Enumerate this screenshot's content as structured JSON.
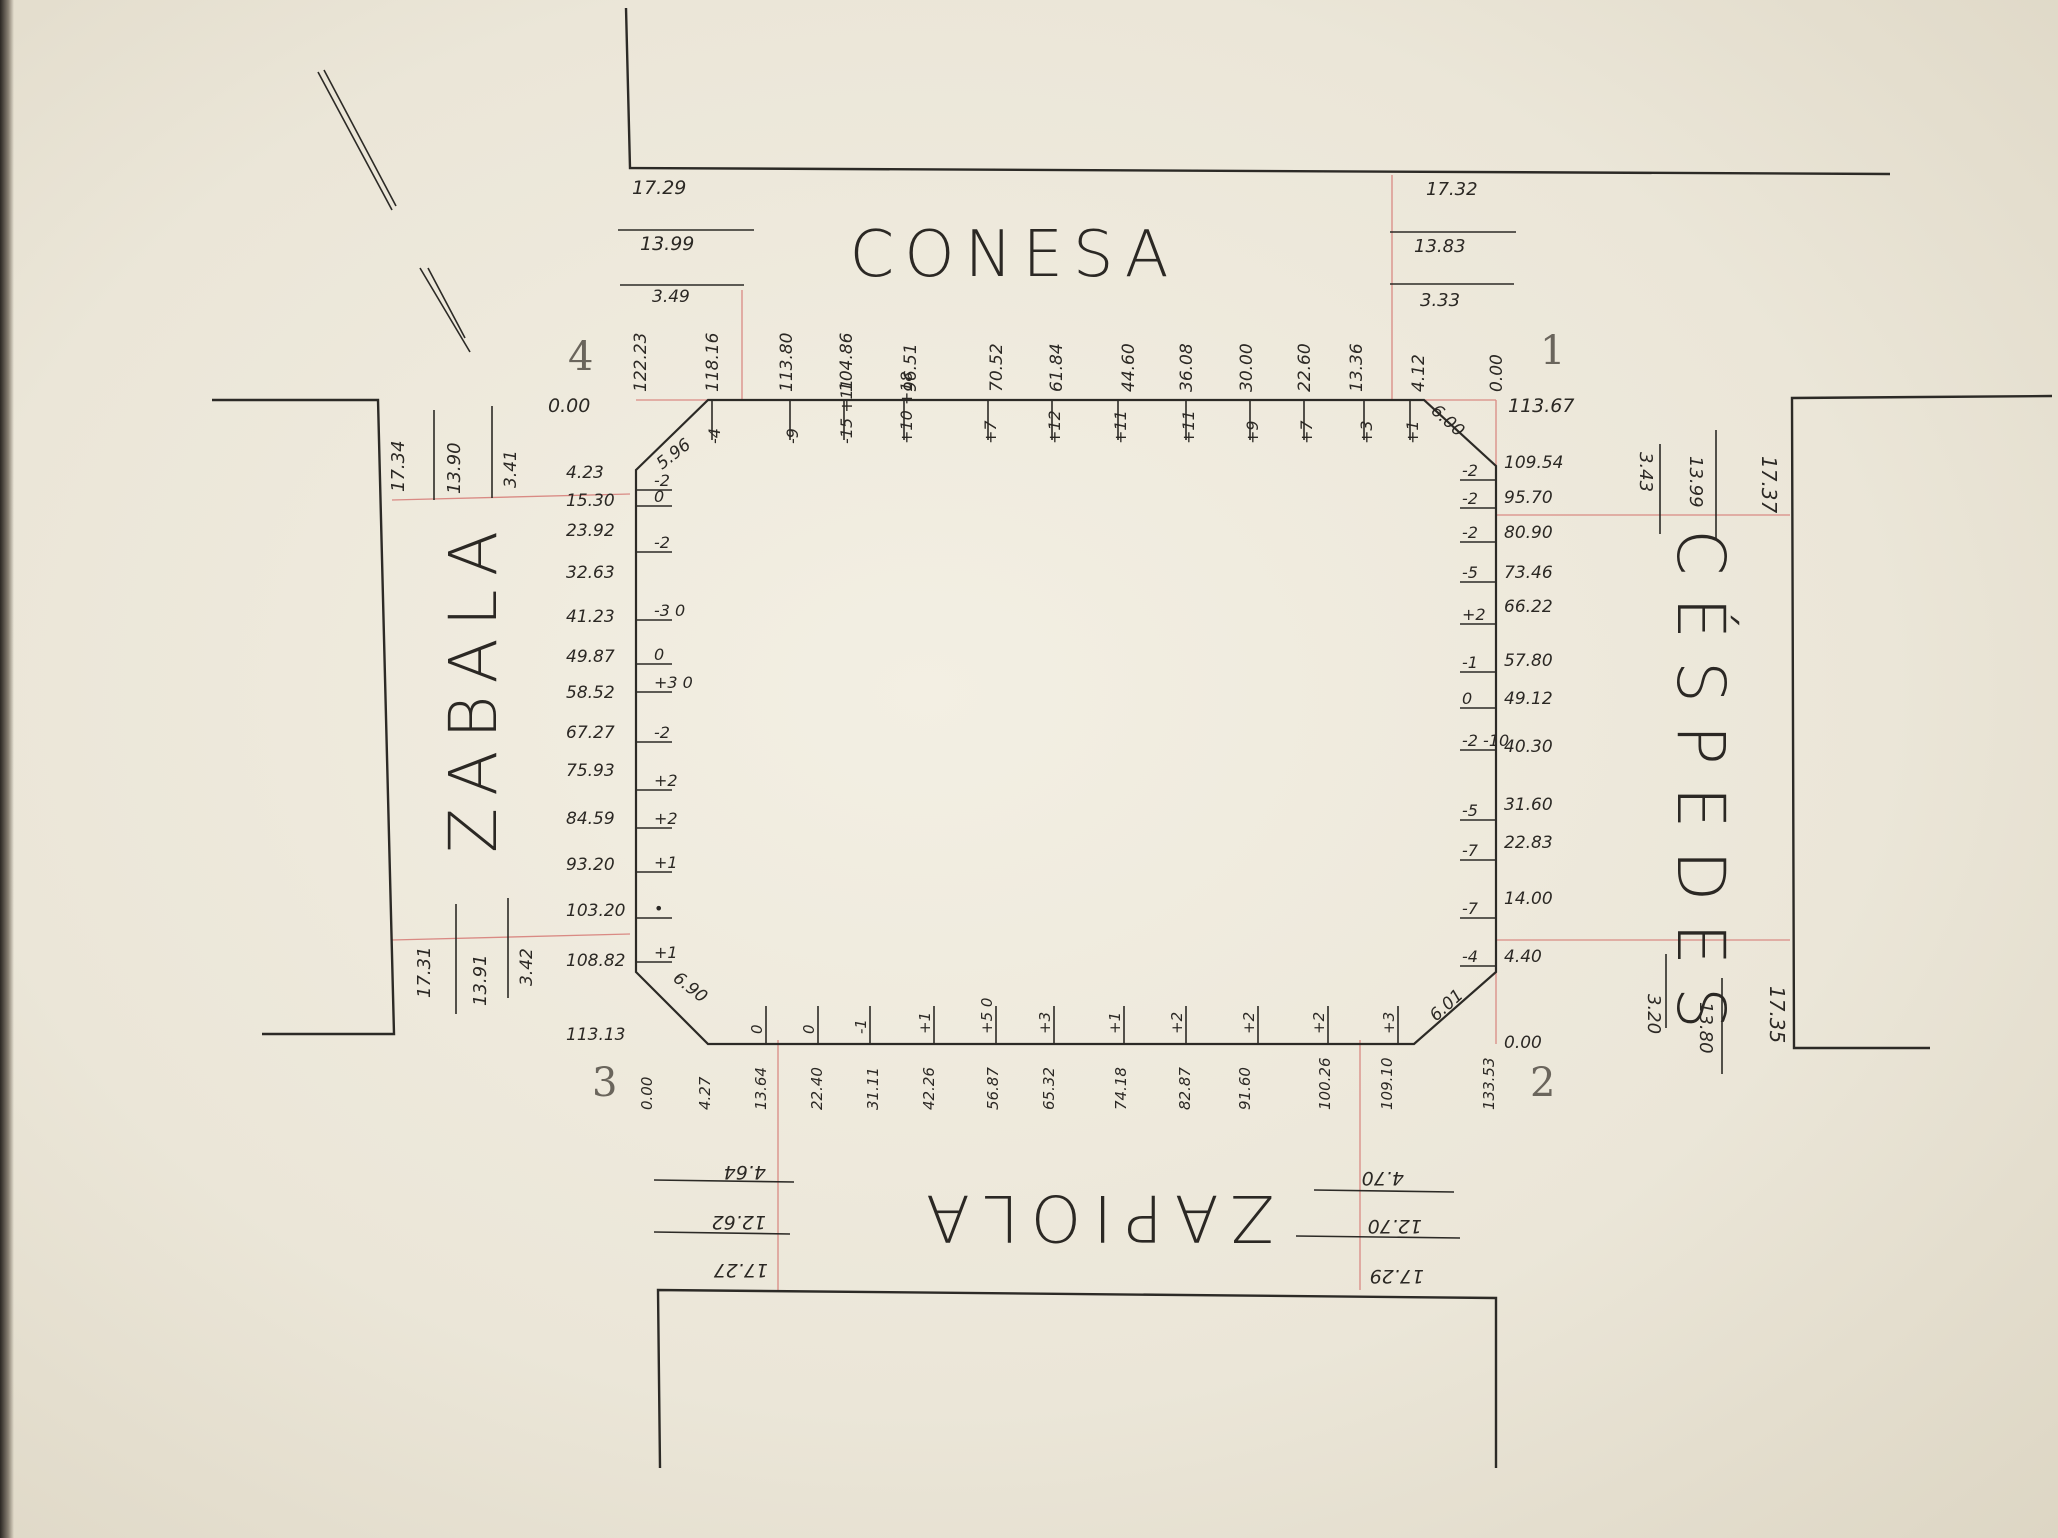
{
  "streets": {
    "top": "CONESA",
    "left": "ZABALA",
    "right": "CÉSPEDES",
    "bottom": "ZAPIOLA"
  },
  "corners": {
    "c1": "1",
    "c2": "2",
    "c3": "3",
    "c4": "4"
  },
  "width_notes": {
    "conesa_left": [
      "17.29",
      "13.99",
      "3.49"
    ],
    "conesa_right": [
      "17.32",
      "13.83",
      "3.33"
    ],
    "zabala_top": [
      "17.34",
      "13.90",
      "3.41"
    ],
    "zabala_bottom": [
      "17.31",
      "13.91",
      "3.42"
    ],
    "cespedes_top": [
      "17.37",
      "13.99",
      "3.43"
    ],
    "cespedes_bottom": [
      "17.35",
      "13.80",
      "3.20"
    ],
    "zapiola_left": [
      "17.27",
      "12.62",
      "4.64"
    ],
    "zapiola_right": [
      "17.29",
      "12.70",
      "4.70"
    ]
  },
  "top_edge": {
    "chainage": [
      "122.23",
      "118.16",
      "113.80",
      "104.86",
      "96.51",
      "70.52",
      "61.84",
      "44.60",
      "36.08",
      "30.00",
      "22.60",
      "13.36",
      "4.12",
      "0.00"
    ],
    "offsets": [
      "-4",
      "-9",
      "-15 +11",
      "+10 +18",
      "+7",
      "+12",
      "+11",
      "+11",
      "+9",
      "+7",
      "+3",
      "+1"
    ]
  },
  "top_left_label": "0.00",
  "top_right_label": "113.67",
  "right_edge": {
    "chainage": [
      "109.54",
      "95.70",
      "80.90",
      "73.46",
      "66.22",
      "57.80",
      "49.12",
      "40.30",
      "31.60",
      "22.83",
      "14.00",
      "4.40",
      "0.00"
    ],
    "offsets": [
      "-2",
      "-2",
      "-2",
      "-5",
      "+2",
      "-1",
      "0",
      "-2 -10",
      "-5",
      "-7",
      "-7",
      "-4"
    ]
  },
  "left_edge": {
    "chainage": [
      "4.23",
      "15.30",
      "23.92",
      "32.63",
      "41.23",
      "49.87",
      "58.52",
      "67.27",
      "75.93",
      "84.59",
      "93.20",
      "103.20",
      "108.82",
      "113.13"
    ],
    "offsets": [
      "-2",
      "0",
      "-2",
      "-3 0",
      "0",
      "+3 0",
      "-2",
      "+2",
      "+2",
      "+1",
      "•",
      "+1"
    ]
  },
  "bottom_edge": {
    "chainage": [
      "0.00",
      "4.27",
      "13.64",
      "22.40",
      "31.11",
      "42.26",
      "56.87",
      "65.32",
      "74.18",
      "82.87",
      "91.60",
      "100.26",
      "109.10",
      "133.53"
    ],
    "offsets": [
      "0",
      "0",
      "-1",
      "+1",
      "+5 0",
      "+3",
      "+1",
      "+2",
      "+2",
      "+2",
      "+3"
    ]
  },
  "chamfers": {
    "top_left": "5.96",
    "top_right": "6.00",
    "bottom_left": "6.90",
    "bottom_right": "6.01"
  }
}
